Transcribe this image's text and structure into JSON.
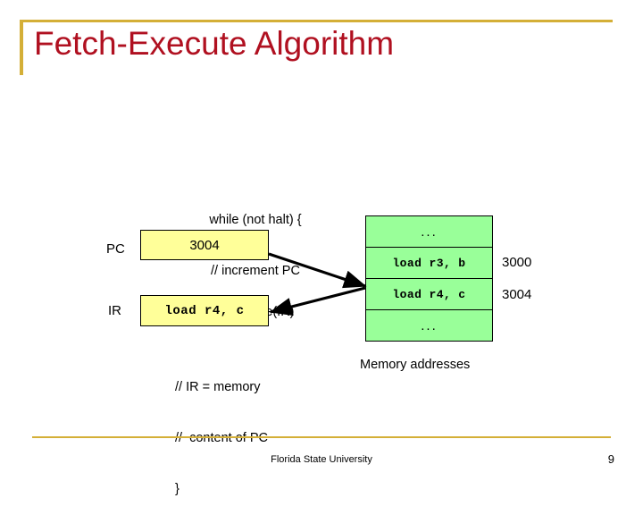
{
  "slide": {
    "title": "Fetch-Execute Algorithm",
    "accent_color": "#d4af37",
    "title_color": "#b01020",
    "register_fill": "#ffff99",
    "memory_fill": "#99ff99"
  },
  "pseudocode": {
    "top_line_1": "while (not halt) {",
    "top_line_2": "// increment PC",
    "middle_line": "// execute(IR)",
    "bottom_line_1": "// IR = memory",
    "bottom_line_2": "//  content of PC",
    "bottom_line_3": "}"
  },
  "registers": [
    {
      "label": "PC",
      "value": "3004"
    },
    {
      "label": "IR",
      "value": "load r4, c"
    }
  ],
  "memory": {
    "caption": "Memory addresses",
    "rows": [
      {
        "content": "...",
        "address": ""
      },
      {
        "content": "load r3, b",
        "address": "3000"
      },
      {
        "content": "load r4, c",
        "address": "3004"
      },
      {
        "content": "...",
        "address": ""
      }
    ]
  },
  "footer": {
    "organization": "Florida State University",
    "page_number": "9"
  }
}
